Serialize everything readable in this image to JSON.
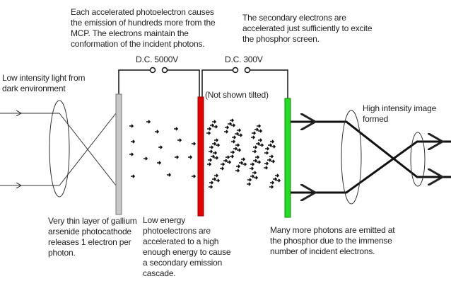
{
  "labels": {
    "mcp_note": "Each accelerated photoelectron causes\nthe emission of hundreds more from the\nMCP. The electrons maintain the\nconformation of the incident photons.",
    "secondary_note": "The secondary electrons are\naccelerated just sufficiently to excite\nthe phosphor screen.",
    "voltage_1": "D.C. 5000V",
    "voltage_2": "D.C. 300V",
    "input_light": "Low intensity light from\ndark environment",
    "not_tilted": "(Not shown tilted)",
    "output_image": "High intensity image\nformed",
    "photocathode_note": "Very thin layer of gallium\narsenide photocathode\nreleases 1 electron per\nphoton.",
    "photoelectron_note": "Low energy\nphotoelectrons are\naccelerated to a high\nenough energy to cause\na secondary emission\ncascade.",
    "phosphor_note": "Many more photons are emitted at\nthe phosphor due to the immense\nnumber of incident electrons."
  },
  "colors": {
    "photocathode": "#c8c8c8",
    "mcp": "#e60000",
    "phosphor": "#22dd22",
    "wire": "#111111"
  }
}
